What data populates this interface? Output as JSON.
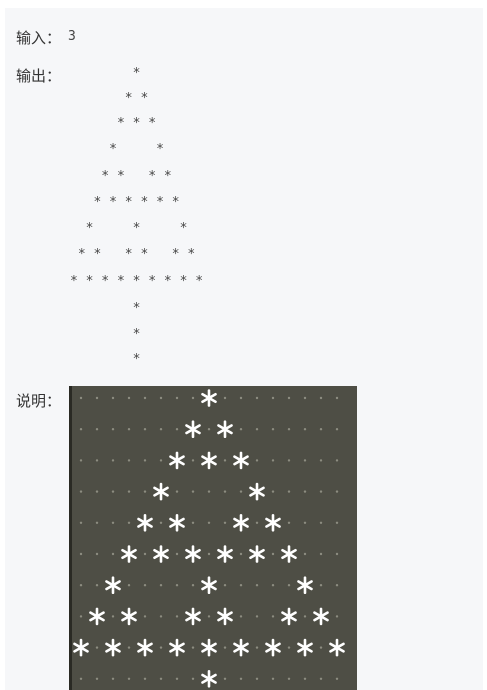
{
  "input": {
    "label": "输入：",
    "value": "3"
  },
  "output": {
    "label": "输出：",
    "lines": [
      "        *",
      "       * *",
      "      * * *",
      "     *     *",
      "    * *   * *",
      "   * * * * * *",
      "  *     *     *",
      " * *   * *   * *",
      "* * * * * * * * *",
      "        *",
      "        *",
      "        *"
    ]
  },
  "explanation": {
    "label": "说明：",
    "grid_rows": [
      "........*........",
      ".......*.*.......",
      "......*.*.*......",
      ".....*.....*.....",
      "....*.*...*.*....",
      "...*.*.*.*.*.*...",
      "..*.....*.....*..",
      ".*.*...*.*...*.*.",
      "*.*.*.*.*.*.*.*.*",
      "........*........"
    ],
    "colors": {
      "background": "#4e4e45",
      "dot": "#8c8c80",
      "star": "#ffffff"
    }
  }
}
